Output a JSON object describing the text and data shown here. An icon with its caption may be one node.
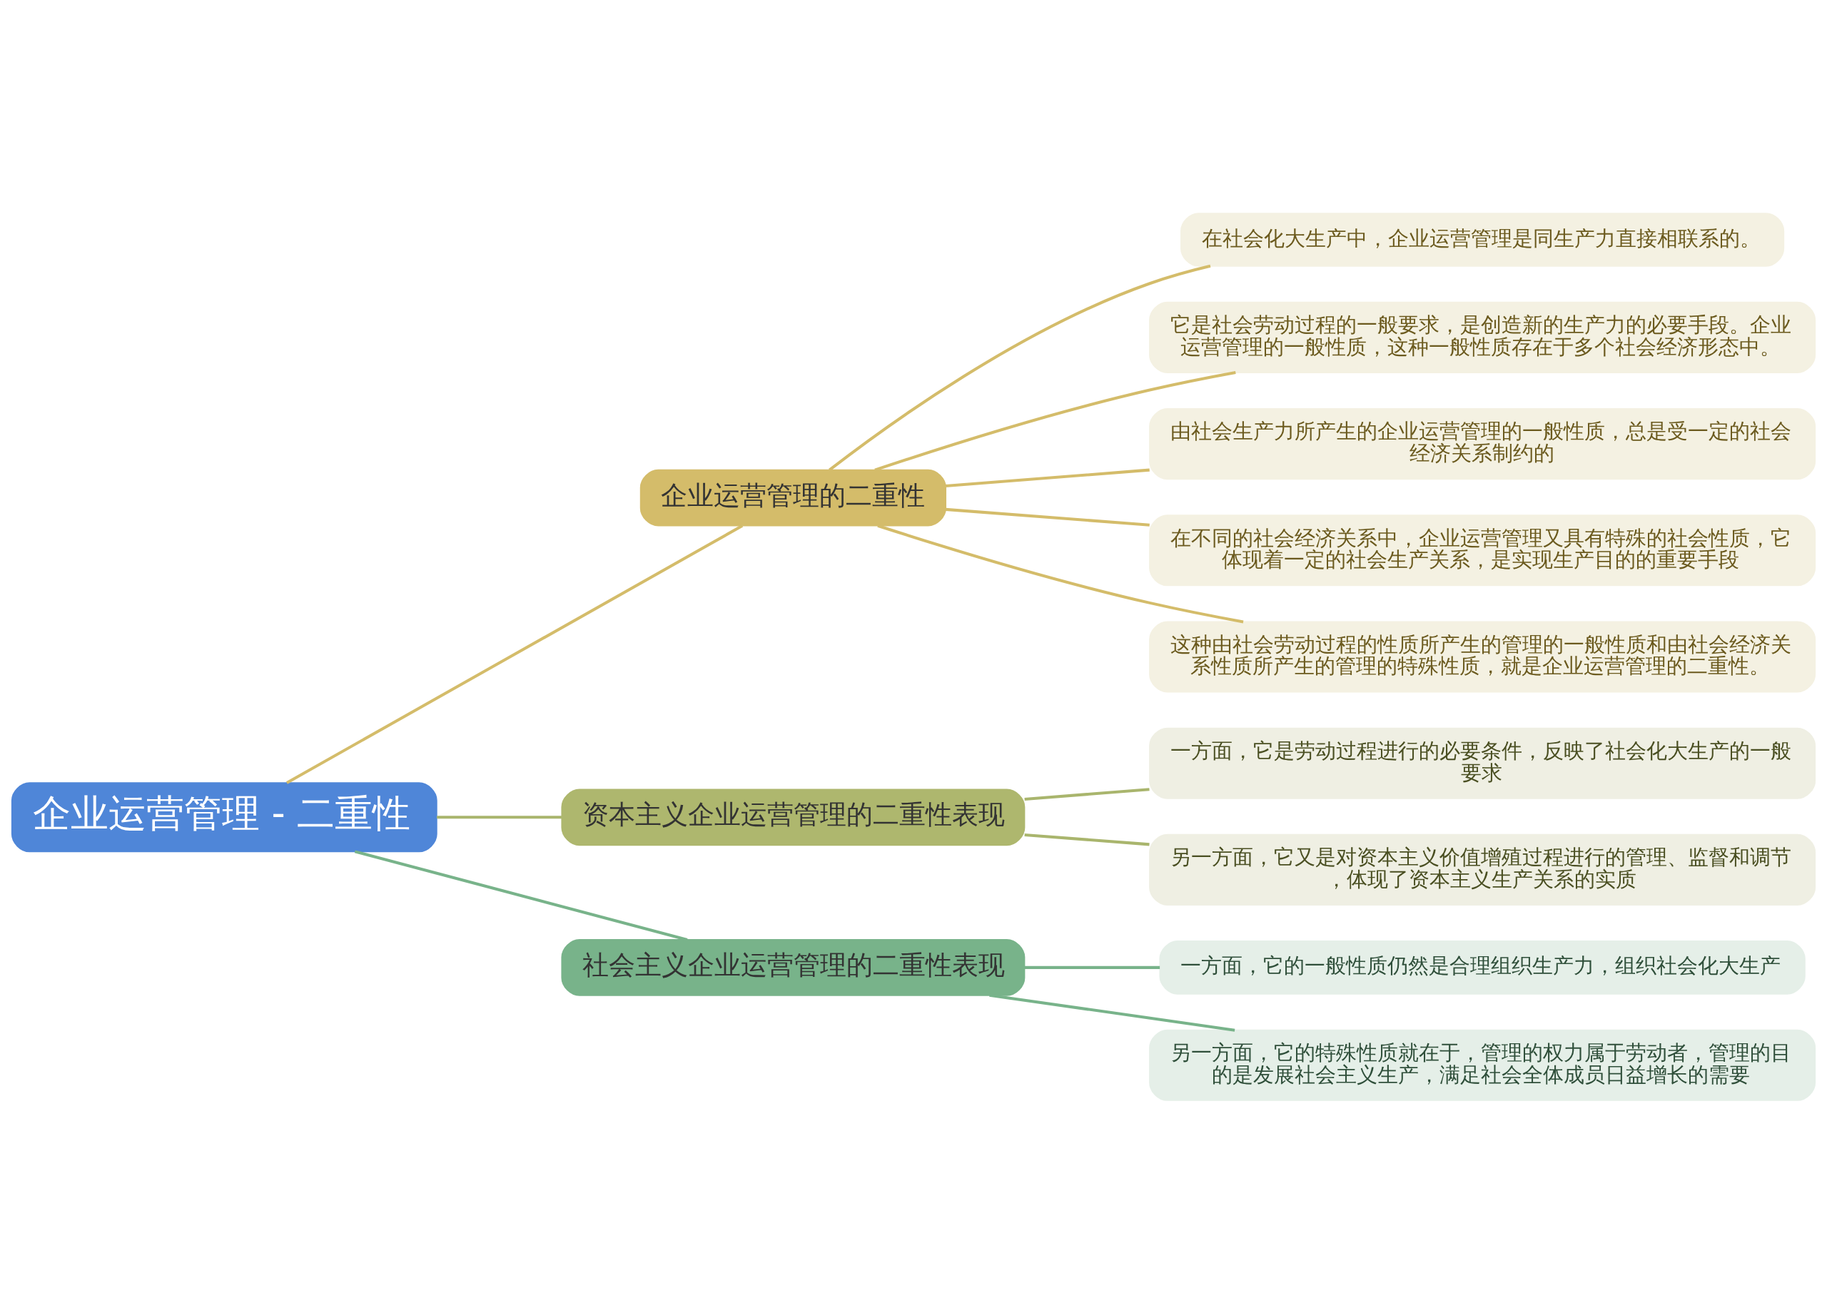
{
  "diagram": {
    "nodes": [
      {
        "text": [
          "企业运营管理 - 二重性"
        ]
      },
      {
        "text": [
          "企业运营管理的二重性"
        ]
      },
      {
        "text": [
          "在社会化大生产中，企业运营管理是同生产力直接相联系的。"
        ]
      },
      {
        "text": [
          "它是社会劳动过程的一般要求，是创造新的生产力的必要手段。企业运营管理的一般性质，这种一般性质存在于多个社会经济形态中。"
        ]
      },
      {
        "text": [
          "由社会生产力所产生的企业运营管理的一般性质，总是受一定的社会经济关系制约的"
        ]
      },
      {
        "text": [
          "在不同的社会经济关系中，企业运营管理又具有特殊的社会性质，它体现着一定的社会生产关系，是实现生产目的的重要手段"
        ]
      },
      {
        "text": [
          "这种由社会劳动过程的性质所产生的管理的一般性质和由社会经济关系性质所产生的管理的特殊性质，就是企业运营管理的二重性。"
        ]
      },
      {
        "text": [
          "资本主义企业运营管理的二重性表现"
        ]
      },
      {
        "text": [
          "一方面，它是劳动过程进行的必要条件，反映了社会化大生产的一般要求"
        ]
      },
      {
        "text": [
          "另一方面，它又是对资本主义价值增殖过程进行的管理、监督和调节，体现了资本主义生产关系的实质"
        ]
      },
      {
        "text": [
          "社会主义企业运营管理的二重性表现"
        ]
      },
      {
        "text": [
          "一方面，它的一般性质仍然是合理组织生产力，组织社会化大生产"
        ]
      },
      {
        "text": [
          "另一方面，它的特殊性质就在于，管理的权力属于劳动者，管理的目的是发展社会主义生产，满足社会全体成员日益增长的需要"
        ]
      }
    ],
    "edges": [
      {
        "from": 0,
        "to": 1,
        "arrow": "none",
        "color": "#d4bc6a"
      },
      {
        "from": 1,
        "to": 2,
        "arrow": "none",
        "color": "#d4bc6a"
      },
      {
        "from": 1,
        "to": 3,
        "arrow": "none",
        "color": "#d4bc6a"
      },
      {
        "from": 1,
        "to": 4,
        "arrow": "none",
        "color": "#d4bc6a"
      },
      {
        "from": 1,
        "to": 5,
        "arrow": "none",
        "color": "#d4bc6a"
      },
      {
        "from": 1,
        "to": 6,
        "arrow": "none",
        "color": "#d4bc6a"
      },
      {
        "from": 0,
        "to": 7,
        "arrow": "none",
        "color": "#a9b56d"
      },
      {
        "from": 7,
        "to": 8,
        "arrow": "none",
        "color": "#a9b56d"
      },
      {
        "from": 7,
        "to": 9,
        "arrow": "none",
        "color": "#a9b56d"
      },
      {
        "from": 0,
        "to": 10,
        "arrow": "none",
        "color": "#78b38a"
      },
      {
        "from": 10,
        "to": 11,
        "arrow": "none",
        "color": "#78b38a"
      },
      {
        "from": 10,
        "to": 12,
        "arrow": "none",
        "color": "#78b38a"
      }
    ]
  }
}
